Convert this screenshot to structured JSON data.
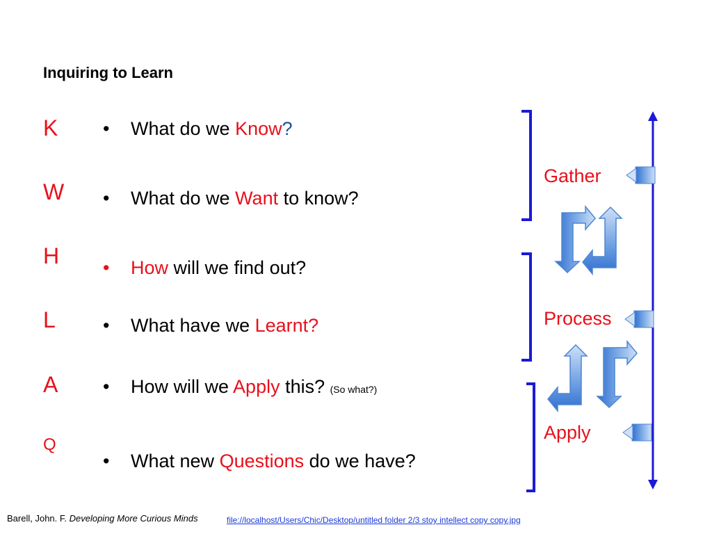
{
  "title": "Inquiring to Learn",
  "letters": [
    "K",
    "W",
    "H",
    "L",
    "A",
    "Q"
  ],
  "bullets": [
    {
      "marker": "•",
      "parts": [
        {
          "t": "What do we ",
          "c": ""
        },
        {
          "t": "Know",
          "c": "red"
        },
        {
          "t": "?",
          "c": "blue"
        }
      ]
    },
    {
      "marker": "•",
      "parts": [
        {
          "t": "What do we ",
          "c": ""
        },
        {
          "t": "Want",
          "c": "red"
        },
        {
          "t": " to know?",
          "c": ""
        }
      ]
    },
    {
      "marker": "•",
      "parts": [
        {
          "t": "How",
          "c": "red"
        },
        {
          "t": " will we find out?",
          "c": ""
        }
      ]
    },
    {
      "marker": "•",
      "parts": [
        {
          "t": "What have we ",
          "c": ""
        },
        {
          "t": "Learnt?",
          "c": "red"
        }
      ]
    },
    {
      "marker": "•",
      "parts": [
        {
          "t": "How will we ",
          "c": ""
        },
        {
          "t": "Apply",
          "c": "red"
        },
        {
          "t": " this? ",
          "c": ""
        },
        {
          "t": "(So what?)",
          "c": "small"
        }
      ]
    },
    {
      "marker": "•",
      "parts": [
        {
          "t": "What new ",
          "c": ""
        },
        {
          "t": "Questions",
          "c": "red"
        },
        {
          "t": " do we have?",
          "c": ""
        }
      ]
    }
  ],
  "stages": {
    "gather": "Gather",
    "process": "Process",
    "apply": "Apply"
  },
  "colors": {
    "accent_red": "#e8101a",
    "bracket_blue": "#1a1ad6",
    "arrow_blue": "#4f86d2",
    "link_blue": "#1a3ad6"
  },
  "citation": {
    "author": "Barell, John. F. ",
    "work": "Developing More Curious Minds"
  },
  "file_link": "file://localhost/Users/Chic/Desktop/untitled folder 2/3 stoy intellect copy copy.jpg"
}
